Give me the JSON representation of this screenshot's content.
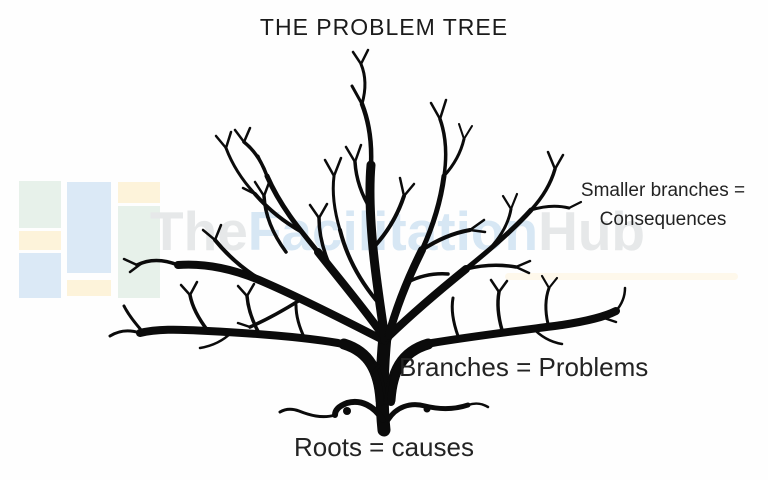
{
  "title": "THE PROBLEM TREE",
  "labels": {
    "smaller_branches_line1": "Smaller branches =",
    "smaller_branches_line2": "Consequences",
    "branches": "Branches = Problems",
    "roots": "Roots = causes"
  },
  "watermark": {
    "text_the": "The",
    "text_facilitation": "Facilitation",
    "text_hub": "Hub",
    "color_gray": "#e6e8e9",
    "color_blue": "#d7e7f4",
    "logo_colors": {
      "green": "#e7f1ea",
      "blue": "#dbe9f6",
      "cream": "#fdf3da"
    }
  },
  "colors": {
    "background": "#fefefe",
    "tree": "#0b0b0b",
    "title_text": "#1b1b1b",
    "label_text": "#232323"
  }
}
